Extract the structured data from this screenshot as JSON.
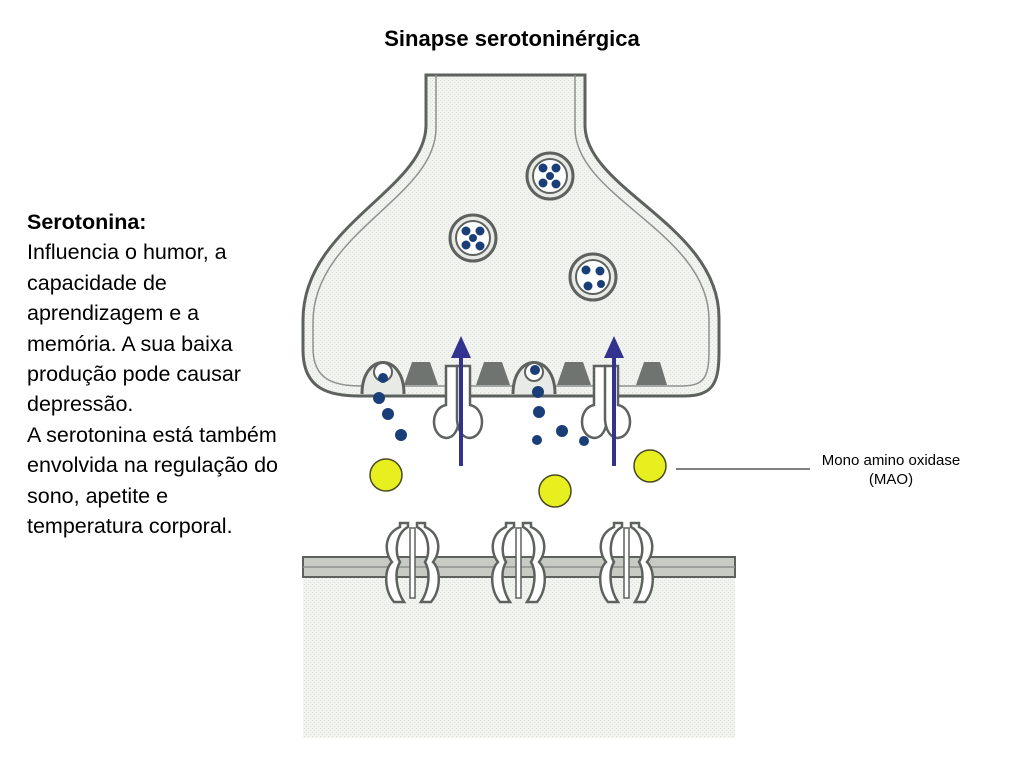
{
  "title": "Sinapse serotoninérgica",
  "description": {
    "heading": "Serotonina:",
    "paragraph1": "Influencia o humor,  a capacidade de aprendizagem e a memória.  A sua baixa produção pode causar depressão.",
    "paragraph2": "A serotonina está também envolvida na regulação do sono, apetite e temperatura corporal."
  },
  "annotation": {
    "line1": "Mono amino oxidase",
    "line2": "(MAO)"
  },
  "colors": {
    "membrane_fill": "#e8eae6",
    "membrane_stroke": "#5e625e",
    "membrane_inner": "#c7cbc4",
    "receptor_fill": "#ffffff",
    "serotonin_dot": "#1a3f78",
    "reuptake_arrow": "#33338f",
    "mao_enzyme": "#e7ef1e",
    "pump_fill": "#707470"
  }
}
